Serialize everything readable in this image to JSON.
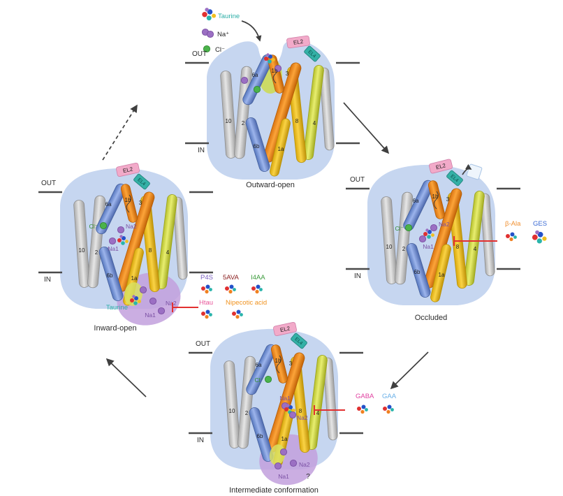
{
  "figure": {
    "legend": {
      "taurine": "Taurine",
      "sodium": "Na⁺",
      "chloride": "Cl⁻"
    },
    "membrane": {
      "out": "OUT",
      "in": "IN"
    },
    "helices": {
      "h10": "10",
      "h2": "2",
      "h6a": "6a",
      "h1b": "1b",
      "h3": "3",
      "h6b": "6b",
      "h1a": "1a",
      "h8": "8",
      "h4": "4"
    },
    "loops": {
      "el2": "EL2",
      "el4": "EL4"
    },
    "sites": {
      "na1": "Na1",
      "na2": "Na2",
      "cl": "Cl⁻",
      "taurine": "Taurine",
      "unknown": "?"
    },
    "states": {
      "outward": {
        "label": "Outward-open"
      },
      "occluded": {
        "label": "Occluded"
      },
      "inward": {
        "label": "Inward-open"
      },
      "intermediate": {
        "label": "Intermediate conformation"
      }
    },
    "ligands": {
      "inward_inhibitors": {
        "p4s": "P4S",
        "ava5": "5AVA",
        "i4aa": "I4AA",
        "htau": "Htau",
        "nipecotic": "Nipecotic acid"
      },
      "occluded_inhibitors": {
        "beta_ala": "β-Ala",
        "ges": "GES"
      },
      "intermediate_inhibitors": {
        "gaba": "GABA",
        "gaa": "GAA"
      }
    },
    "colors": {
      "taurine_text": "#2aada6",
      "na_label": "#7a4fa3",
      "cl_label": "#2f8c2f",
      "inhibitor_line": "#e23030",
      "p4s": "#7a5fc0",
      "ava5": "#8b2020",
      "i4aa": "#3a9a3a",
      "htau": "#e8559a",
      "nipecotic": "#f0921e",
      "beta_ala": "#f09030",
      "ges": "#3a6ad4",
      "gaba": "#e040a0",
      "gaa": "#6ab0e8"
    }
  }
}
